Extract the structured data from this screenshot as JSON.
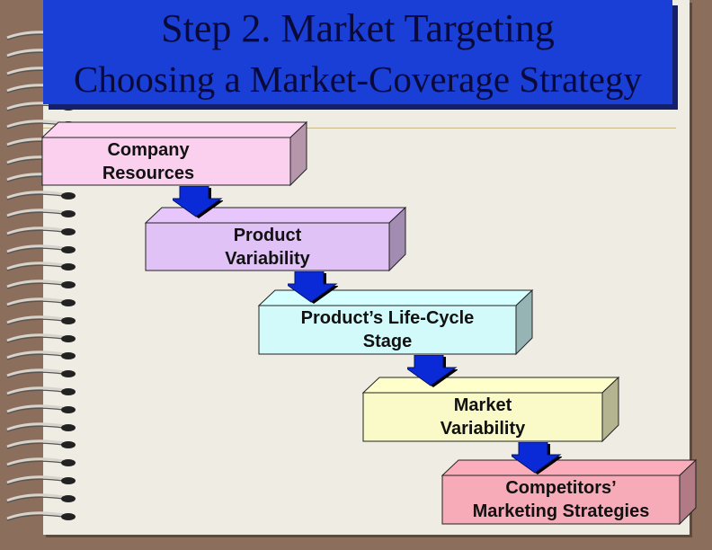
{
  "title": {
    "line1": "Step 2. Market Targeting",
    "line2": "Choosing a Market-Coverage Strategy"
  },
  "steps": [
    {
      "line1": "Company",
      "line2": "Resources",
      "color": "#fbd0ee"
    },
    {
      "line1": "Product",
      "line2": "Variability",
      "color": "#e1c2f6"
    },
    {
      "line1": "Product’s Life-Cycle",
      "line2": "Stage",
      "color": "#d2fafa"
    },
    {
      "line1": "Market",
      "line2": "Variability",
      "color": "#fafac8"
    },
    {
      "line1": "Competitors’",
      "line2": "Marketing Strategies",
      "color": "#f7aab8"
    }
  ],
  "colors": {
    "title_bg": "#1a3fd6",
    "arrow": "#0a2ad8",
    "background": "#8b6e5c",
    "page": "#efece4"
  }
}
